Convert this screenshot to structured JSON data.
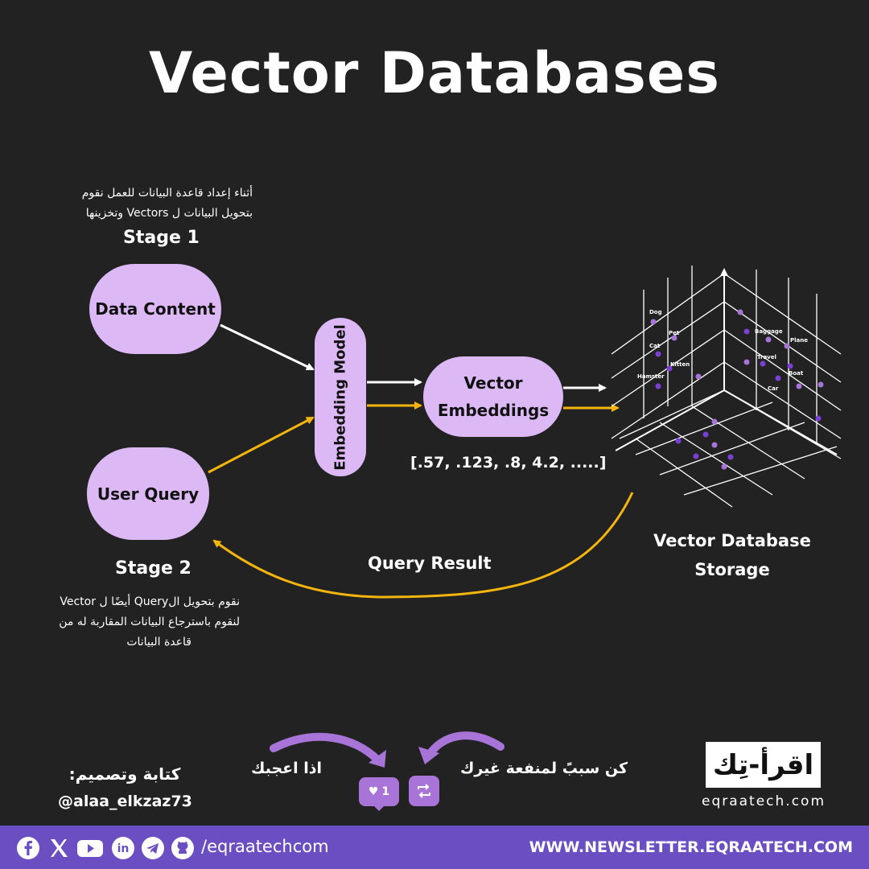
{
  "title": "Vector Databases",
  "stage1": {
    "label": "Stage 1",
    "desc_line1": "أثناء إعداد قاعدة البيانات للعمل نقوم",
    "desc_line2": "بتحويل البيانات ل Vectors وتخزينها"
  },
  "stage2": {
    "label": "Stage 2",
    "desc_line1": "نقوم بتحويل الQuery أيضًا ل Vector",
    "desc_line2": "لنقوم باسترجاع البيانات المقاربة له من",
    "desc_line3": "قاعدة البيانات"
  },
  "nodes": {
    "data_content": "Data Content",
    "user_query": "User Query",
    "embedding_model": "Embedding Model",
    "vector_embeddings_line1": "Vector",
    "vector_embeddings_line2": "Embeddings",
    "vector_values": "[.57, .123, .8, 4.2, .....]"
  },
  "storage": {
    "label_line1": "Vector Database",
    "label_line2": "Storage",
    "points": [
      "Dog",
      "Pet",
      "Cat",
      "Kitten",
      "Hamster",
      "Baggage",
      "Plane",
      "Travel",
      "Boat",
      "Car"
    ]
  },
  "query_result": "Query Result",
  "colors": {
    "accent_purple": "#dcb9f5",
    "arrow_yellow": "#f5b50f",
    "footer_purple": "#6a4ec2",
    "point_purple": "#7b3fd6"
  },
  "credits": {
    "written_by": "كتابة وتصميم:",
    "handle": "@alaa_elkzaz73"
  },
  "engagement": {
    "if_liked": "اذا اعجبك",
    "be_reason": "كن سببً لمنفعة غيرك",
    "like_count": "1"
  },
  "brand": {
    "logo_text": "اقرأ-تِك",
    "site": "eqraatech.com"
  },
  "footer": {
    "social_handle": "/eqraatechcom",
    "newsletter": "WWW.NEWSLETTER.EQRAATECH.COM",
    "icons": [
      "facebook-icon",
      "x-icon",
      "youtube-icon",
      "linkedin-icon",
      "telegram-icon",
      "github-icon"
    ]
  }
}
